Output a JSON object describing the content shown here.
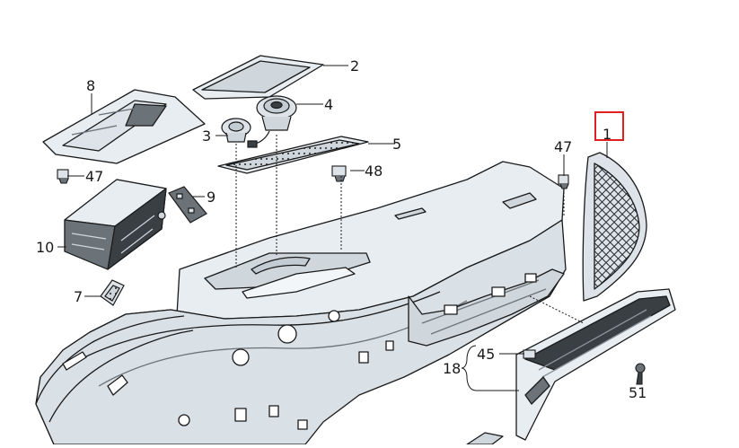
{
  "diagram": {
    "labels": {
      "p1": "1",
      "p2": "2",
      "p3": "3",
      "p4": "4",
      "p5": "5",
      "p7": "7",
      "p8": "8",
      "p9": "9",
      "p10": "10",
      "p18": "18",
      "p45": "45",
      "p47a": "47",
      "p47b": "47",
      "p48": "48",
      "p51": "51"
    },
    "highlighted_part": "1",
    "colors": {
      "highlight": "#e02020",
      "line": "#1a1a1a",
      "part_fill": "#e8edf1",
      "part_shade": "#c9d3da",
      "dark": "#3a3f44"
    }
  }
}
